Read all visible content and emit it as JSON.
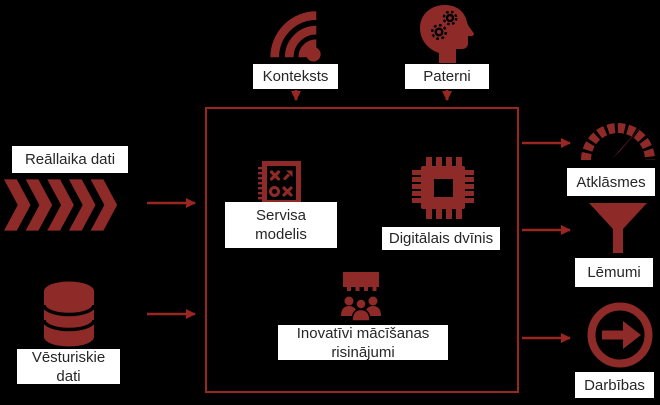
{
  "colors": {
    "background": "#000000",
    "icon_red": "#8e2b28",
    "connector_red": "#9a2621",
    "label_background": "#ffffff",
    "label_text": "#262626"
  },
  "nodes": {
    "konteksts": {
      "label": "Konteksts",
      "icon": "wifi-signal-icon"
    },
    "paterni": {
      "label": "Paterni",
      "icon": "head-gears-icon"
    },
    "reallaika": {
      "label": "Reāllaika dati",
      "icon": "chevron-flow-icon"
    },
    "vesturiskie": {
      "line1": "Vēsturiskie",
      "line2": "dati",
      "icon": "database-icon"
    },
    "servisa": {
      "line1": "Servisa",
      "line2": "modelis",
      "icon": "playbook-icon"
    },
    "digitalais": {
      "label": "Digitālais dvīnis",
      "icon": "cpu-chip-icon"
    },
    "inovativi": {
      "line1": "Inovatīvi mācīšanas",
      "line2": "risinājumi",
      "icon": "training-group-icon"
    },
    "atklasmes": {
      "label": "Atklāsmes",
      "icon": "gauge-icon"
    },
    "lemumi": {
      "label": "Lēmumi",
      "icon": "funnel-icon"
    },
    "darbibas": {
      "label": "Darbības",
      "icon": "circular-arrow-icon"
    }
  }
}
